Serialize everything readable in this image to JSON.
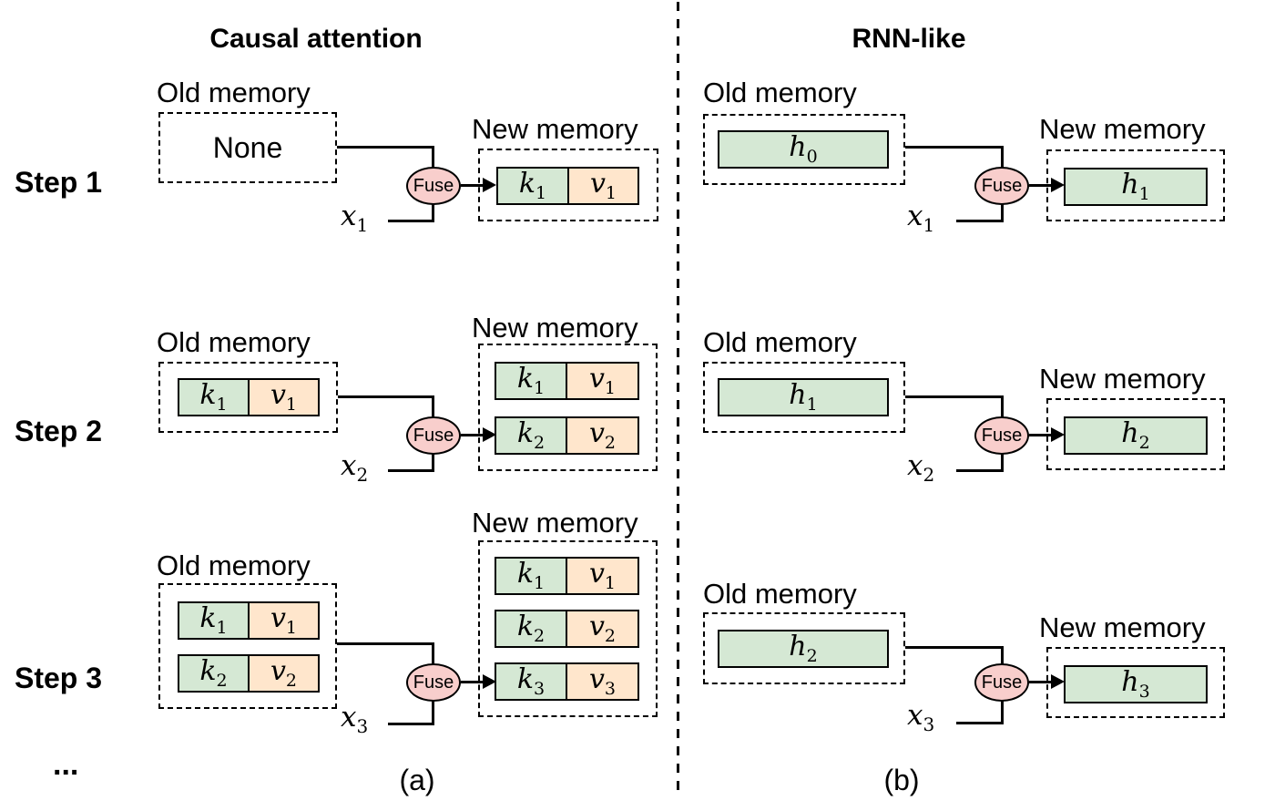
{
  "colors": {
    "key_fill": "#d5e8d4",
    "value_fill": "#ffe6cc",
    "state_fill": "#d5e8d4",
    "fuse_fill": "#f8cecc",
    "stroke": "#000000",
    "background": "#ffffff"
  },
  "panel_a": {
    "title": "Causal attention",
    "caption": "(a)",
    "ellipsis": "...",
    "steps": [
      {
        "label": "Step 1",
        "old_memory": {
          "label": "Old memory",
          "content": "None"
        },
        "input": {
          "sym": "x",
          "sub": "1"
        },
        "fuse": "Fuse",
        "new_memory": {
          "label": "New memory",
          "rows": [
            {
              "k": {
                "sym": "k",
                "sub": "1"
              },
              "v": {
                "sym": "v",
                "sub": "1"
              }
            }
          ]
        }
      },
      {
        "label": "Step 2",
        "old_memory": {
          "label": "Old memory",
          "rows": [
            {
              "k": {
                "sym": "k",
                "sub": "1"
              },
              "v": {
                "sym": "v",
                "sub": "1"
              }
            }
          ]
        },
        "input": {
          "sym": "x",
          "sub": "2"
        },
        "fuse": "Fuse",
        "new_memory": {
          "label": "New memory",
          "rows": [
            {
              "k": {
                "sym": "k",
                "sub": "1"
              },
              "v": {
                "sym": "v",
                "sub": "1"
              }
            },
            {
              "k": {
                "sym": "k",
                "sub": "2"
              },
              "v": {
                "sym": "v",
                "sub": "2"
              }
            }
          ]
        }
      },
      {
        "label": "Step 3",
        "old_memory": {
          "label": "Old memory",
          "rows": [
            {
              "k": {
                "sym": "k",
                "sub": "1"
              },
              "v": {
                "sym": "v",
                "sub": "1"
              }
            },
            {
              "k": {
                "sym": "k",
                "sub": "2"
              },
              "v": {
                "sym": "v",
                "sub": "2"
              }
            }
          ]
        },
        "input": {
          "sym": "x",
          "sub": "3"
        },
        "fuse": "Fuse",
        "new_memory": {
          "label": "New memory",
          "rows": [
            {
              "k": {
                "sym": "k",
                "sub": "1"
              },
              "v": {
                "sym": "v",
                "sub": "1"
              }
            },
            {
              "k": {
                "sym": "k",
                "sub": "2"
              },
              "v": {
                "sym": "v",
                "sub": "2"
              }
            },
            {
              "k": {
                "sym": "k",
                "sub": "3"
              },
              "v": {
                "sym": "v",
                "sub": "3"
              }
            }
          ]
        }
      }
    ]
  },
  "panel_b": {
    "title": "RNN-like",
    "caption": "(b)",
    "steps": [
      {
        "old_memory": {
          "label": "Old memory",
          "state": {
            "sym": "h",
            "sub": "0"
          }
        },
        "input": {
          "sym": "x",
          "sub": "1"
        },
        "fuse": "Fuse",
        "new_memory": {
          "label": "New memory",
          "state": {
            "sym": "h",
            "sub": "1"
          }
        }
      },
      {
        "old_memory": {
          "label": "Old memory",
          "state": {
            "sym": "h",
            "sub": "1"
          }
        },
        "input": {
          "sym": "x",
          "sub": "2"
        },
        "fuse": "Fuse",
        "new_memory": {
          "label": "New memory",
          "state": {
            "sym": "h",
            "sub": "2"
          }
        }
      },
      {
        "old_memory": {
          "label": "Old memory",
          "state": {
            "sym": "h",
            "sub": "2"
          }
        },
        "input": {
          "sym": "x",
          "sub": "3"
        },
        "fuse": "Fuse",
        "new_memory": {
          "label": "New memory",
          "state": {
            "sym": "h",
            "sub": "3"
          }
        }
      }
    ]
  }
}
